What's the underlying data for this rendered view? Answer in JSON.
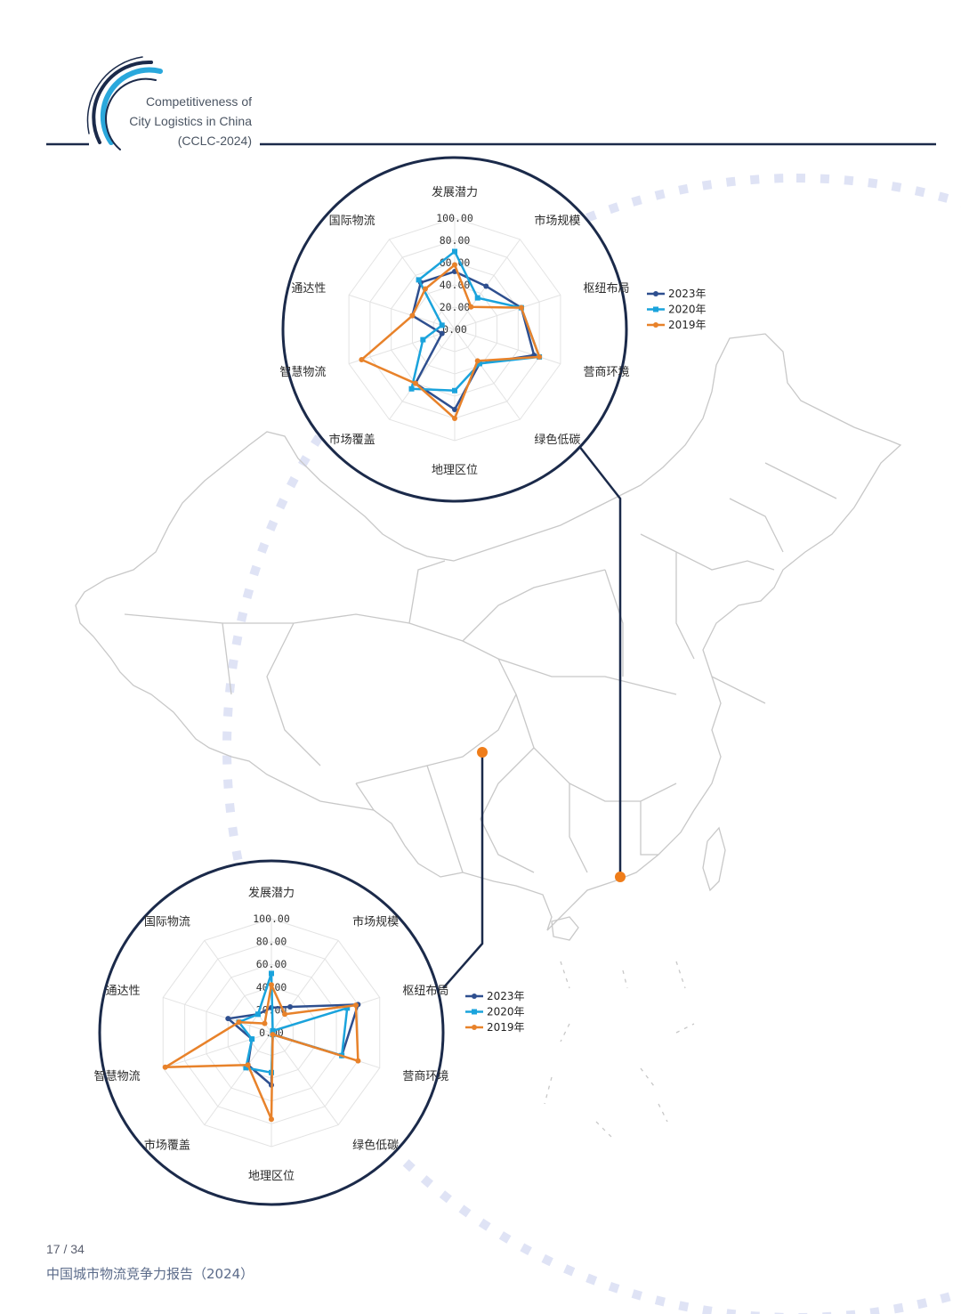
{
  "header": {
    "line1": "Competitiveness  of",
    "line2": "City Logistics in China",
    "line3": "(CCLC-2024)"
  },
  "footer": {
    "page": "17 / 34",
    "title": "中国城市物流竞争力报告（2024）"
  },
  "colors": {
    "navy": "#1b2a4a",
    "s2023": "#2e4f8f",
    "s2020": "#1aa3dc",
    "s2019": "#e8822a",
    "marker": "#ef7d1a",
    "dots": "#dfe3f5",
    "map": "#c8c8c8"
  },
  "chart_data": [
    {
      "type": "radar",
      "axes": [
        "发展潜力",
        "市场规模",
        "枢纽布局",
        "营商环境",
        "绿色低碳",
        "地理区位",
        "市场覆盖",
        "智慧物流",
        "通达性",
        "国际物流"
      ],
      "ticks": [
        "100.00",
        "80.00",
        "60.00",
        "40.00",
        "20.00",
        "0.00"
      ],
      "rlim": [
        0,
        100
      ],
      "legend_position": "right",
      "series": [
        {
          "name": "2023年",
          "values": [
            52,
            48,
            63,
            75,
            38,
            72,
            60,
            12,
            40,
            52
          ]
        },
        {
          "name": "2020年",
          "values": [
            70,
            35,
            63,
            80,
            38,
            55,
            66,
            30,
            12,
            55
          ]
        },
        {
          "name": "2019年",
          "values": [
            58,
            25,
            63,
            80,
            35,
            80,
            60,
            88,
            40,
            45
          ]
        }
      ]
    },
    {
      "type": "radar",
      "axes": [
        "发展潜力",
        "市场规模",
        "枢纽布局",
        "营商环境",
        "绿色低碳",
        "地理区位",
        "市场覆盖",
        "智慧物流",
        "通达性",
        "国际物流"
      ],
      "ticks": [
        "100.00",
        "80.00",
        "60.00",
        "40.00",
        "20.00",
        "0.00"
      ],
      "rlim": [
        0,
        100
      ],
      "legend_position": "right",
      "series": [
        {
          "name": "2023年",
          "values": [
            22,
            28,
            80,
            65,
            2,
            46,
            35,
            18,
            40,
            20
          ]
        },
        {
          "name": "2020年",
          "values": [
            52,
            2,
            70,
            65,
            2,
            35,
            38,
            18,
            30,
            20
          ]
        },
        {
          "name": "2019年",
          "values": [
            42,
            20,
            78,
            80,
            2,
            76,
            35,
            98,
            30,
            10
          ]
        }
      ]
    }
  ]
}
